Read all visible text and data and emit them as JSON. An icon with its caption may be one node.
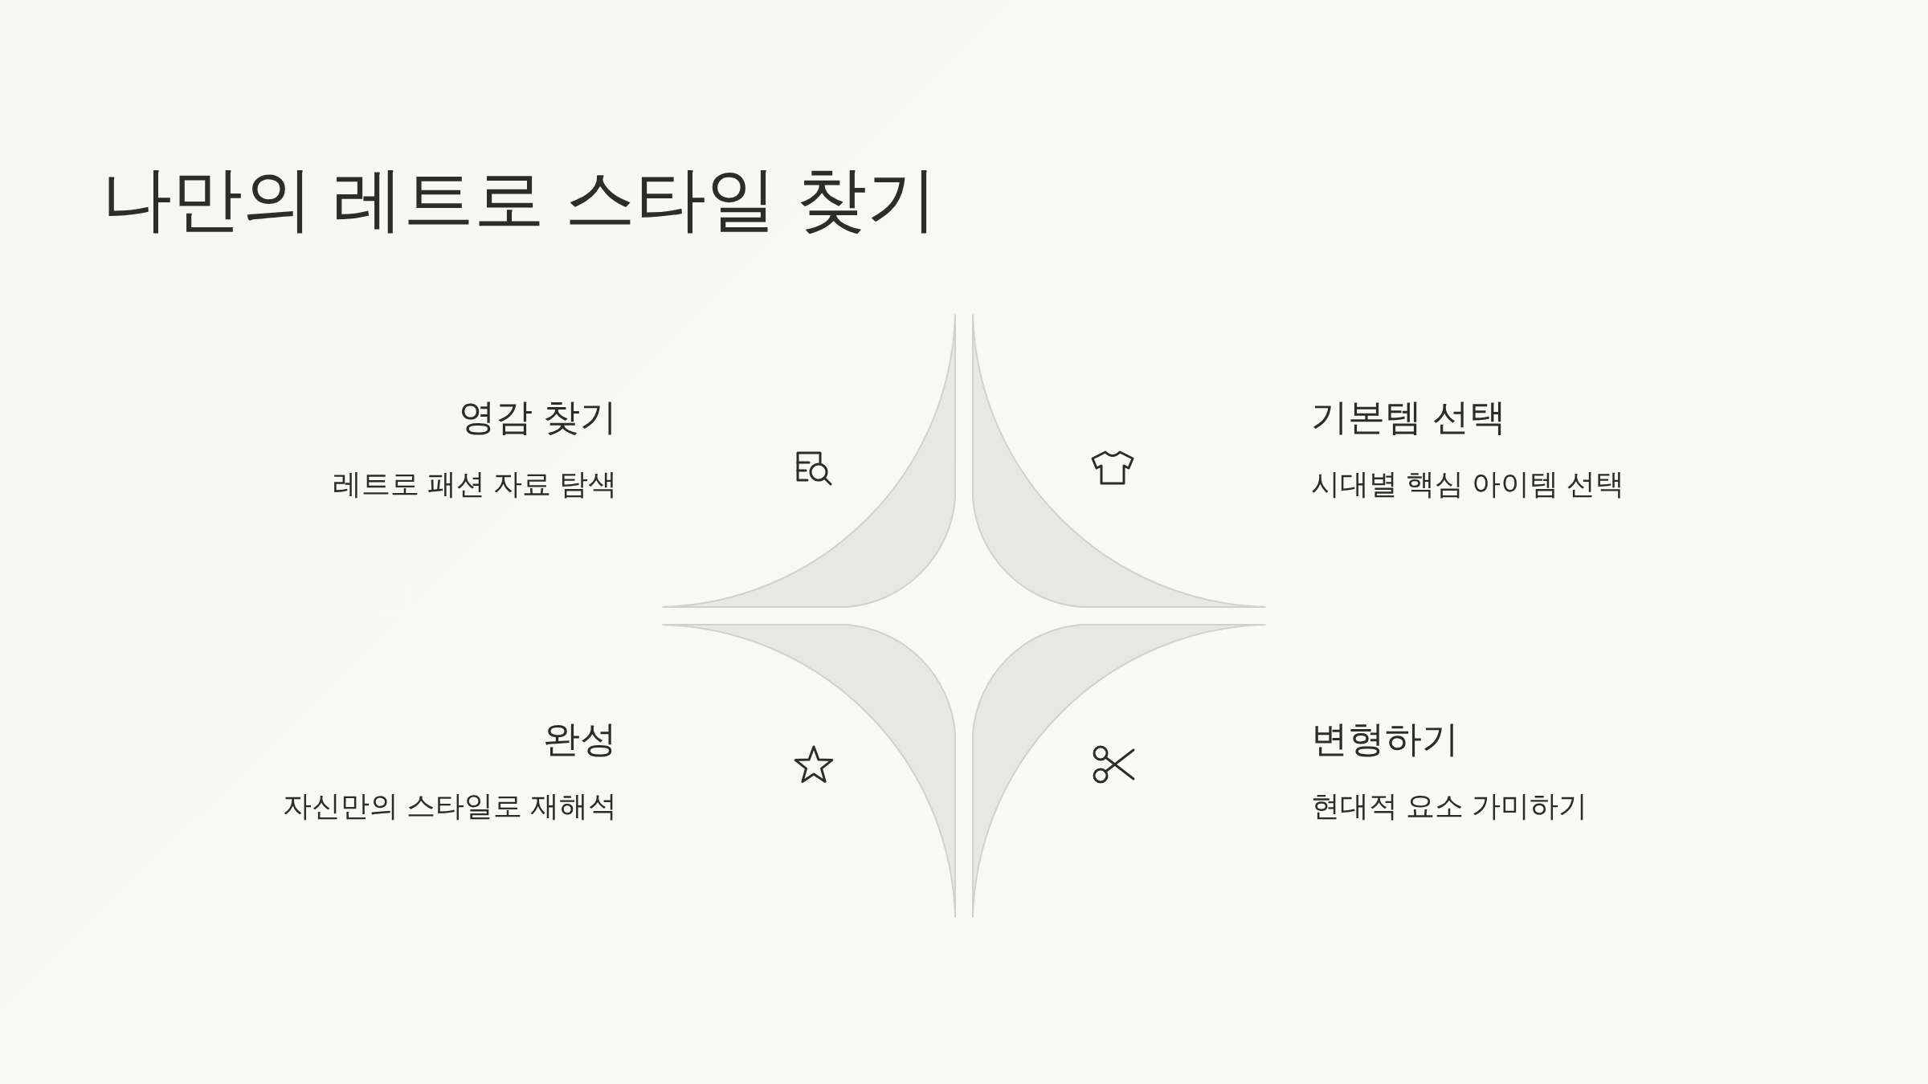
{
  "diagram": {
    "title": "나만의 레트로 스타일 찾기",
    "nodes": [
      {
        "text": [
          "영감 찾기",
          "레트로 패션 자료 탐색"
        ]
      },
      {
        "text": [
          "기본템 선택",
          "시대별 핵심 아이템 선택"
        ]
      },
      {
        "text": [
          "완성",
          "자신만의 스타일로 재해석"
        ]
      },
      {
        "text": [
          "변형하기",
          "현대적 요소 가미하기"
        ]
      }
    ]
  }
}
